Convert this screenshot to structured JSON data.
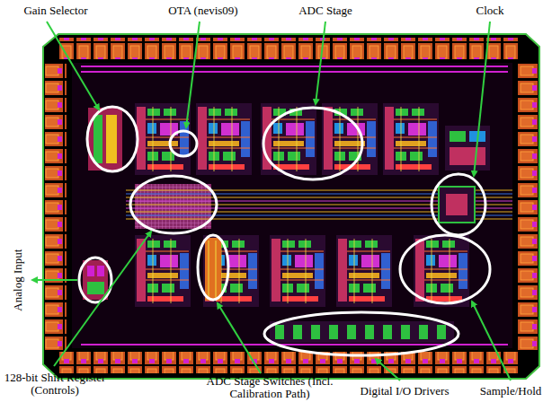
{
  "diagram": {
    "labels": [
      "Gain Selector",
      "OTA (nevis09)",
      "ADC Stage",
      "Clock",
      "Analog Input",
      "128-bit Shift Register (Controls)",
      "ADC Stage Switches (Incl. Calibration Path)",
      "Digital I/O Drivers",
      "Sample/Hold"
    ]
  }
}
